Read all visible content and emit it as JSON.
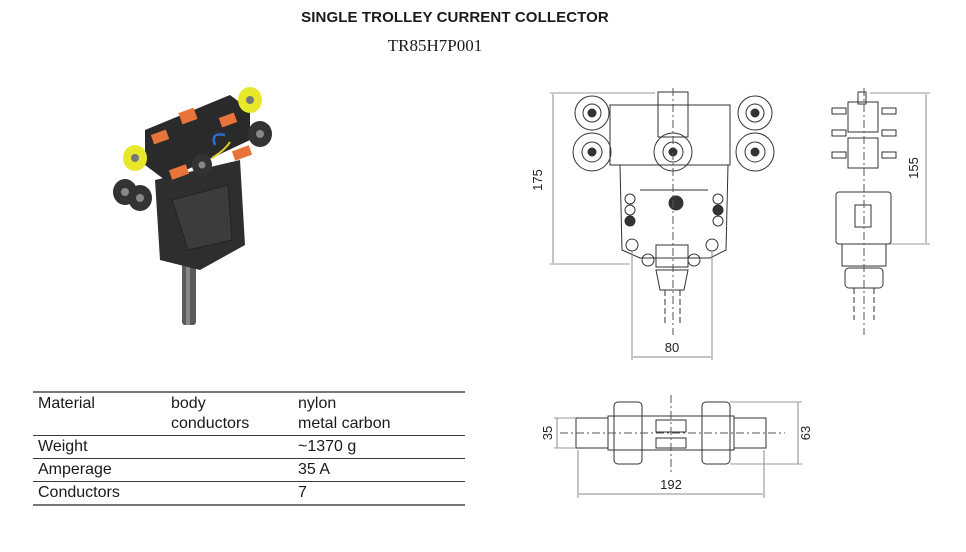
{
  "header": {
    "title": "SINGLE TROLLEY CURRENT COLLECTOR",
    "product_code": "TR85H7P001"
  },
  "specs": {
    "rows": [
      {
        "label": "Material",
        "sub": [
          "body",
          "conductors"
        ],
        "value": [
          "nylon",
          "metal carbon"
        ]
      },
      {
        "label": "Weight",
        "sub": [],
        "value": [
          "~1370 g"
        ]
      },
      {
        "label": "Amperage",
        "sub": [],
        "value": [
          "35 A"
        ]
      },
      {
        "label": "Conductors",
        "sub": [],
        "value": [
          "7"
        ]
      }
    ]
  },
  "drawings": {
    "front_view": {
      "height_dim": "175",
      "width_dim": "80"
    },
    "side_view": {
      "height_dim": "155"
    },
    "top_view": {
      "width_dim": "192",
      "inner_dim": "35",
      "outer_dim": "63"
    }
  },
  "colors": {
    "accent_orange": "#e8743a",
    "wheel_yellow": "#e8e82a",
    "body_dark": "#2e2e2e"
  }
}
